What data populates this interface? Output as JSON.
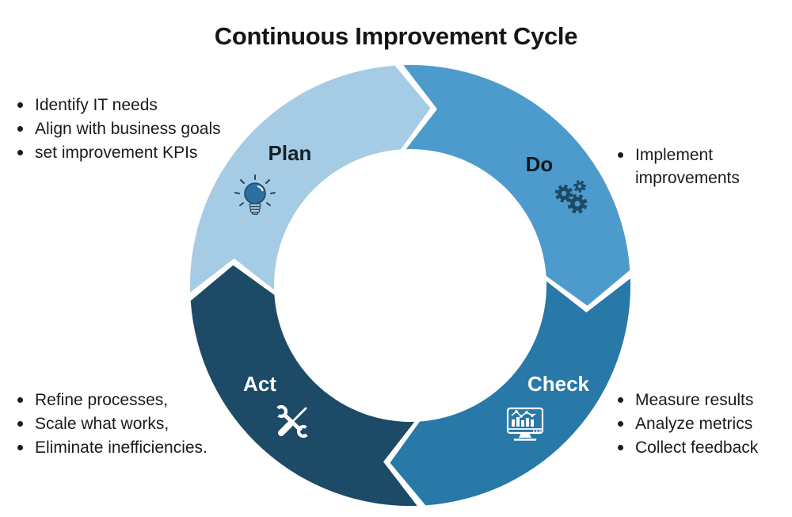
{
  "title": "Continuous Improvement Cycle",
  "cycle": {
    "direction": "clockwise",
    "segments": [
      {
        "id": "plan",
        "label": "Plan",
        "color": "#a6cbe4",
        "label_color": "#16202a",
        "icon": "lightbulb-icon"
      },
      {
        "id": "do",
        "label": "Do",
        "color": "#4d9bcd",
        "label_color": "#10181f",
        "icon": "gears-icon"
      },
      {
        "id": "check",
        "label": "Check",
        "color": "#2878a8",
        "label_color": "#ffffff",
        "icon": "monitor-chart-icon"
      },
      {
        "id": "act",
        "label": "Act",
        "color": "#1d4a66",
        "label_color": "#ffffff",
        "icon": "wrench-screwdriver-icon"
      }
    ]
  },
  "notes": {
    "plan": {
      "items": [
        "Identify IT needs",
        "Align with business goals",
        "set improvement KPIs"
      ]
    },
    "do": {
      "items": [
        "Implement improvements"
      ]
    },
    "check": {
      "items": [
        "Measure results",
        "Analyze metrics",
        "Collect feedback"
      ]
    },
    "act": {
      "items": [
        "Refine processes,",
        "Scale what works,",
        "Eliminate inefficiencies."
      ]
    }
  },
  "palette": {
    "plan_blue": "#a6cbe4",
    "do_blue": "#4d9bcd",
    "check_blue": "#2878a8",
    "act_navy": "#1d4a66",
    "icon_navy": "#1d4a66",
    "bulb_fill": "#2d6f9e",
    "bulb_base_gray": "#c2ccd3",
    "text": "#1b1b1b",
    "title": "#151515",
    "background": "#ffffff"
  }
}
